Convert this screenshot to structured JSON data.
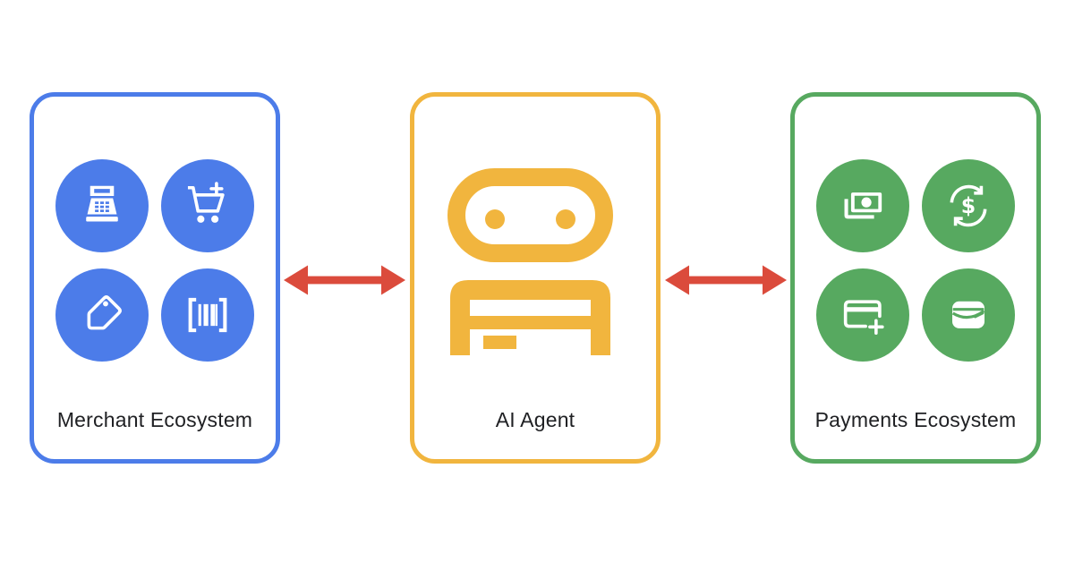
{
  "diagram": {
    "title": "AI agent connecting merchant and payments ecosystems",
    "cards": [
      {
        "id": "merchant",
        "label": "Merchant Ecosystem",
        "accent_color": "#4C7CE9",
        "icons": [
          "cash-register-icon",
          "add-shopping-cart-icon",
          "price-tag-icon",
          "barcode-icon"
        ]
      },
      {
        "id": "ai-agent",
        "label": "AI Agent",
        "accent_color": "#F1B53E",
        "icons": [
          "robot-icon"
        ]
      },
      {
        "id": "payments",
        "label": "Payments Ecosystem",
        "accent_color": "#57A960",
        "icons": [
          "money-icon",
          "currency-exchange-icon",
          "add-card-icon",
          "wallet-icon"
        ]
      }
    ],
    "connectors": [
      {
        "from": "Merchant Ecosystem",
        "to": "AI Agent",
        "style": "double-headed-arrow",
        "color": "#DB4B3C"
      },
      {
        "from": "AI Agent",
        "to": "Payments Ecosystem",
        "style": "double-headed-arrow",
        "color": "#DB4B3C"
      }
    ]
  },
  "colors": {
    "blue": "#4C7CE9",
    "yellow": "#F1B53E",
    "green": "#57A960",
    "red": "#DB4B3C",
    "text": "#202124",
    "background": "#FFFFFF"
  }
}
